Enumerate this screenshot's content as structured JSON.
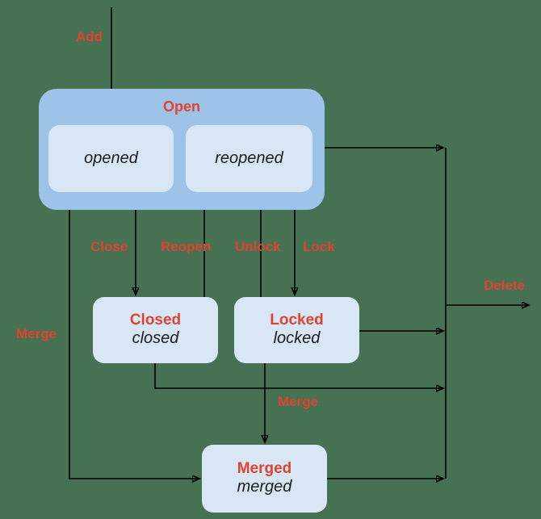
{
  "colors": {
    "background": "#477153",
    "group_fill": "#9dc3e8",
    "state_fill": "#d8e6f5",
    "accent": "#e14330",
    "text_dark": "#1c1c1c",
    "line": "#000000"
  },
  "diagram": {
    "type": "state-diagram",
    "group": {
      "label": "Open"
    },
    "states": {
      "opened": {
        "value": "opened"
      },
      "reopened": {
        "value": "reopened"
      },
      "closed": {
        "label": "Closed",
        "value": "closed"
      },
      "locked": {
        "label": "Locked",
        "value": "locked"
      },
      "merged": {
        "label": "Merged",
        "value": "merged"
      }
    },
    "transitions": {
      "add": "Add",
      "close": "Close",
      "reopen": "Reopen",
      "unlock": "Unlock",
      "lock": "Lock",
      "merge_left": "Merge",
      "merge_mid": "Merge",
      "delete": "Delete"
    }
  }
}
